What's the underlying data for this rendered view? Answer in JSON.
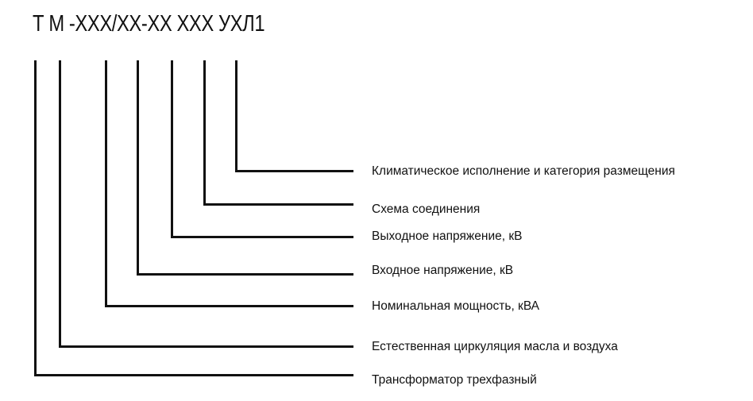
{
  "diagram": {
    "title": "Т М -ХХХ/ХХ-ХХ ХХХ УХЛ1",
    "items": [
      {
        "label": "Климатическое исполнение и категория размещения"
      },
      {
        "label": "Схема соединения"
      },
      {
        "label": "Выходное напряжение, кВ"
      },
      {
        "label": "Входное напряжение, кВ"
      },
      {
        "label": "Номинальная мощность, кВА"
      },
      {
        "label": "Естественная циркуляция масла и воздуха"
      },
      {
        "label": "Трансформатор трехфазный"
      }
    ]
  }
}
